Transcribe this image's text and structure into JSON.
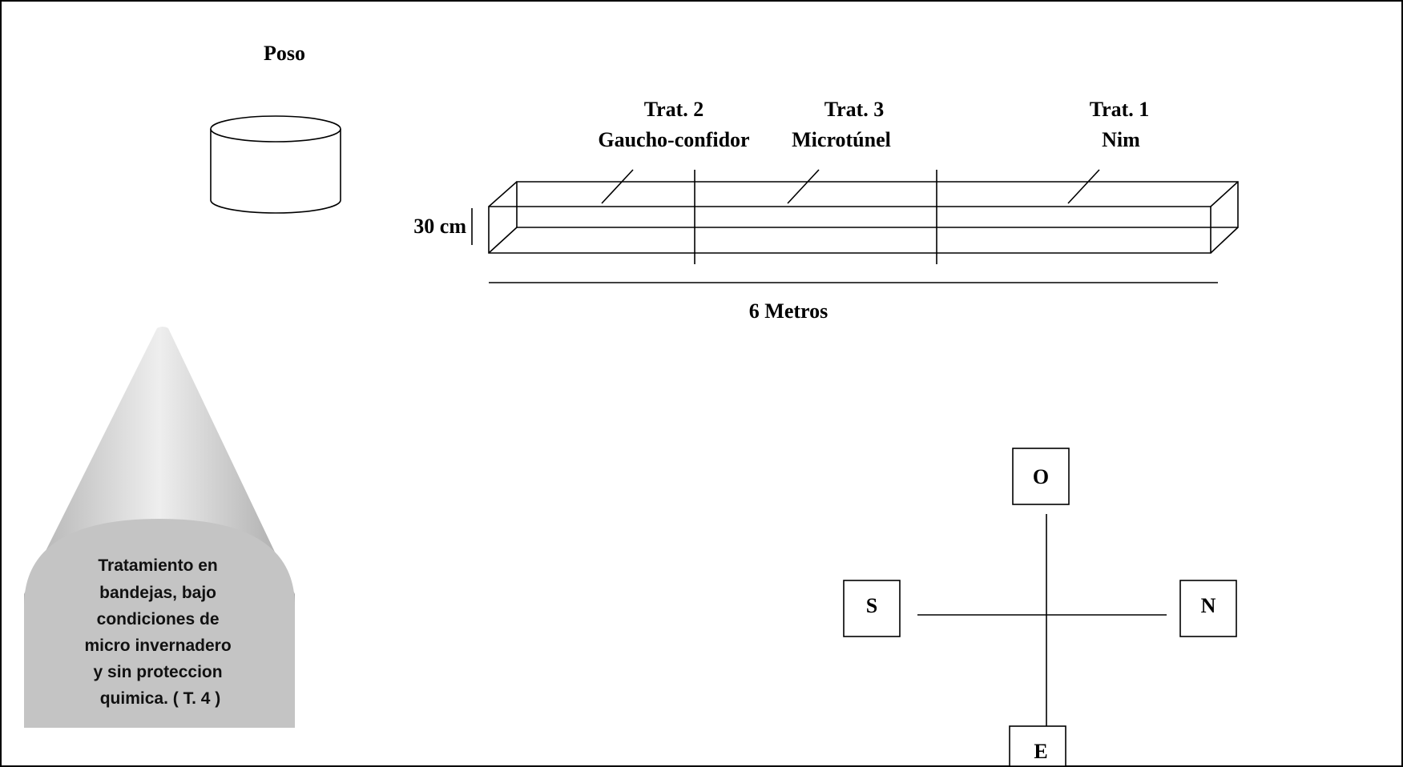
{
  "well": {
    "label": "Poso"
  },
  "bed": {
    "height_label": "30 cm",
    "length_label": "6 Metros",
    "treatments": [
      {
        "name": "Trat. 2",
        "detail": "Gaucho-confidor"
      },
      {
        "name": "Trat. 3",
        "detail": "Microtúnel"
      },
      {
        "name": "Trat. 1",
        "detail": "Nim"
      }
    ]
  },
  "tray": {
    "lines": [
      "Tratamiento en",
      "bandejas, bajo",
      "condiciones de",
      "micro invernadero",
      "y sin proteccion",
      "quimica. ( T. 4 )"
    ]
  },
  "compass": {
    "north": "N",
    "south": "S",
    "east": "E",
    "west": "O"
  }
}
